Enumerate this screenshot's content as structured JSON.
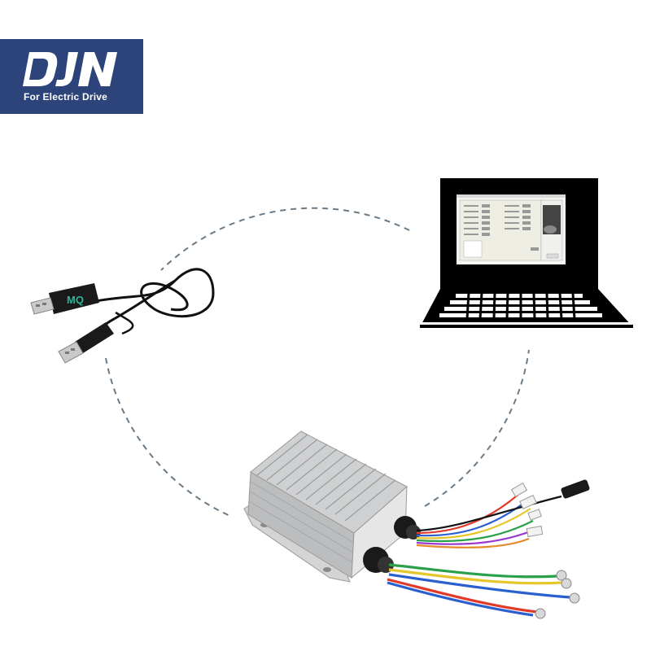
{
  "brand": {
    "logo_text": "DJN",
    "tagline": "For Electric Drive",
    "color": "#2c4479"
  },
  "cable": {
    "print": "MQ"
  },
  "colors": {
    "background": "#ffffff",
    "dashed_circle": "#6a7a86",
    "laptop": "#000000",
    "controller": "#c9cacb"
  }
}
